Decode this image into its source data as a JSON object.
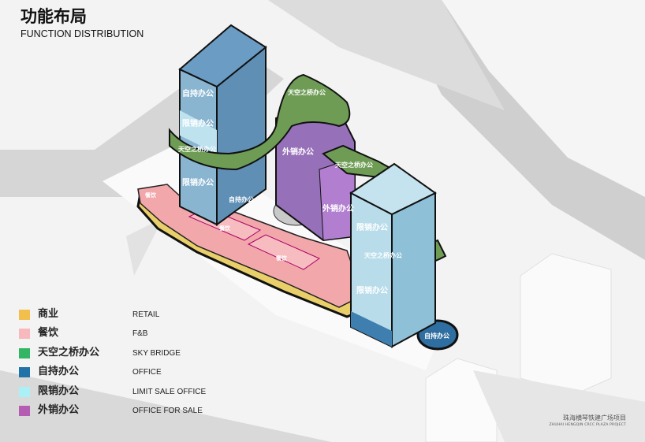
{
  "header": {
    "title_zh": "功能布局",
    "title_en": "FUNCTION DISTRIBUTION"
  },
  "legend": [
    {
      "zh": "商业",
      "en": "RETAIL",
      "color": "#f2bf4c"
    },
    {
      "zh": "餐饮",
      "en": "F&B",
      "color": "#f7b9bd"
    },
    {
      "zh": "天空之桥办公",
      "en": "SKY BRIDGE",
      "color": "#33b566"
    },
    {
      "zh": "自持办公",
      "en": "OFFICE",
      "color": "#1f73a6"
    },
    {
      "zh": "限销办公",
      "en": "LIMIT SALE OFFICE",
      "color": "#a9f0f7"
    },
    {
      "zh": "外销办公",
      "en": "OFFICE FOR SALE",
      "color": "#b55db3"
    }
  ],
  "labels": {
    "self_office": "自持办公",
    "limit_office": "限销办公",
    "sky_bridge": "天空之桥办公",
    "sale_office": "外销办公",
    "fnb": "餐饮"
  },
  "project": {
    "name_zh": "珠海横琴铁建广场项目",
    "name_en": "ZHUHAI HENGQIN CRCC PLAZA PROJECT"
  }
}
